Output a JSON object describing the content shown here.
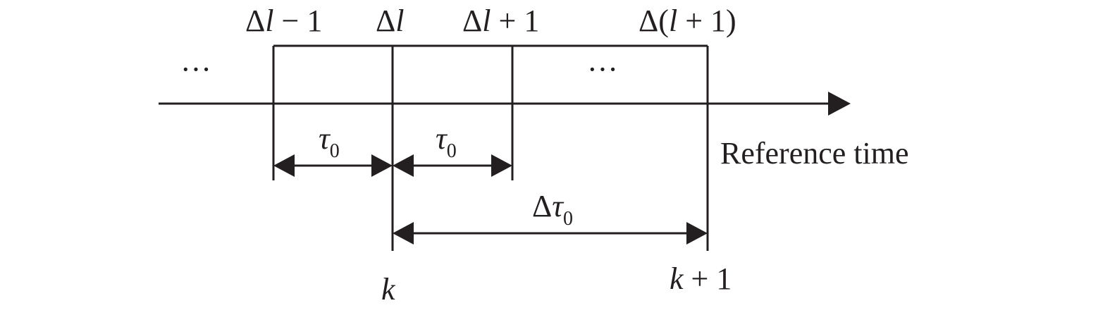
{
  "diagram": {
    "labels": {
      "delta_l_minus_1": {
        "sym": "Δ",
        "var": "l",
        "rest": " − 1"
      },
      "delta_l": {
        "sym": "Δ",
        "var": "l"
      },
      "delta_l_plus_1": {
        "sym": "Δ",
        "var": "l",
        "rest": " + 1"
      },
      "delta_paren": {
        "sym": "Δ(",
        "var": "l",
        "rest": " + 1)"
      },
      "ellipsis": "···",
      "tau0_left": {
        "var": "τ",
        "sub": "0"
      },
      "tau0_right": {
        "var": "τ",
        "sub": "0"
      },
      "delta_tau0": {
        "sym": "Δ",
        "var": "τ",
        "sub": "0"
      },
      "reference_time": "Reference time",
      "k": "k",
      "k_plus_1": {
        "var": "k",
        "rest": " + 1"
      }
    }
  }
}
